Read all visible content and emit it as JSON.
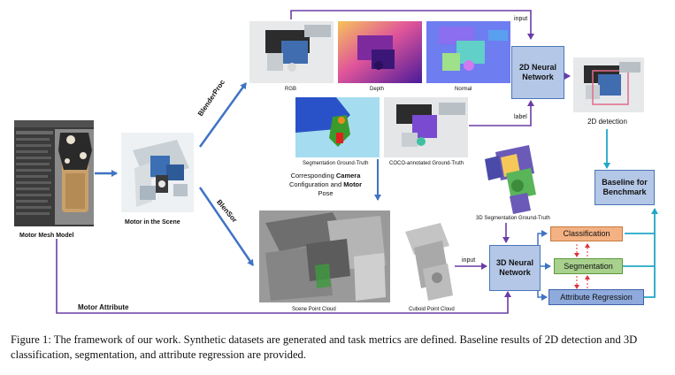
{
  "labels": {
    "motor_mesh_model": "Motor Mesh Model",
    "motor_in_scene": "Motor in the Scene",
    "blenderproc": "BlenderProc",
    "blensor": "BlenSor",
    "rgb": "RGB",
    "depth": "Depth",
    "normal": "Normal",
    "seg_gt": "Segmentation Ground-Truth",
    "coco_gt": "COCO-annotated Ground-Truth",
    "camera_config_pre": "Corresponding ",
    "camera_config_bold": "Camera",
    "camera_config_line2_pre": "Configuration and ",
    "camera_config_line2_bold": "Motor",
    "camera_config_line3": "Pose",
    "seg3d_gt": "3D Segmentation Ground-Truth",
    "scene_point_cloud": "Scene Point Cloud",
    "cuboid_point_cloud": "Cuboid Point Cloud",
    "input_top": "input",
    "label": "label",
    "input_3d": "input",
    "motor_attribute": "Motor Attribute",
    "detection_2d": "2D detection"
  },
  "boxes": {
    "nn2d": "2D Neural Network",
    "nn3d": "3D Neural Network",
    "baseline": "Baseline for Benchmark",
    "classification": "Classification",
    "segmentation": "Segmentation",
    "attribute_regression": "Attribute Regression"
  },
  "colors": {
    "blue_arrow": "#3f73c4",
    "purple_arrow": "#6a3da6",
    "cyan_arrow": "#20a8c8",
    "red_dashed": "#e0303a",
    "nn_box": "#b4c7e7",
    "classification_box": "#f4b183",
    "segmentation_box": "#a9d18e",
    "attribute_box": "#8faadc"
  },
  "caption": "Figure 1: The framework of our work. Synthetic datasets are generated and task metrics are defined. Baseline results of 2D detection and 3D classification, segmentation, and attribute regression are provided."
}
